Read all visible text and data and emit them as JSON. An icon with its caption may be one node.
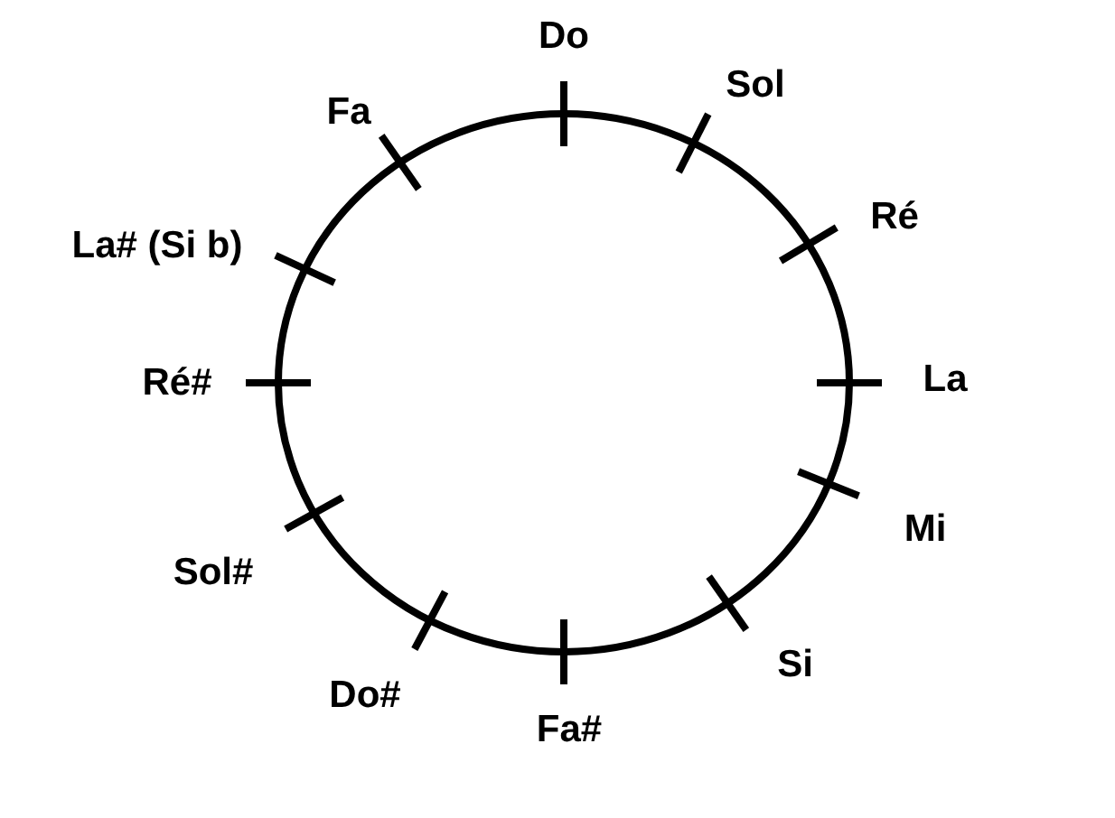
{
  "diagram": {
    "labels": [
      "Do",
      "Sol",
      "Ré",
      "La",
      "Mi",
      "Si",
      "Fa#",
      "Do#",
      "Sol#",
      "Ré#",
      "La# (Si b)",
      "Fa"
    ]
  }
}
